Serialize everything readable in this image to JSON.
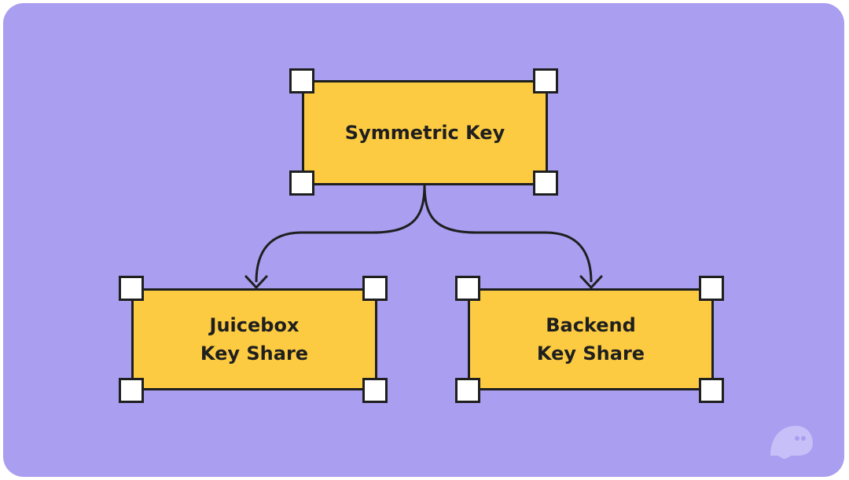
{
  "diagram": {
    "nodes": [
      {
        "id": "symmetric-key",
        "label": "Symmetric Key"
      },
      {
        "id": "juicebox-key-share",
        "label": "Juicebox\nKey Share"
      },
      {
        "id": "backend-key-share",
        "label": "Backend\nKey Share"
      }
    ],
    "edges": [
      {
        "from": "symmetric-key",
        "to": "juicebox-key-share"
      },
      {
        "from": "symmetric-key",
        "to": "backend-key-share"
      }
    ]
  },
  "colors": {
    "background": "#a99ef0",
    "node_fill": "#fccb42",
    "stroke": "#1f1f1f",
    "handle_fill": "#ffffff",
    "logo": "#c7bff7"
  },
  "icons": {
    "logo": "ghost-logo-icon"
  }
}
